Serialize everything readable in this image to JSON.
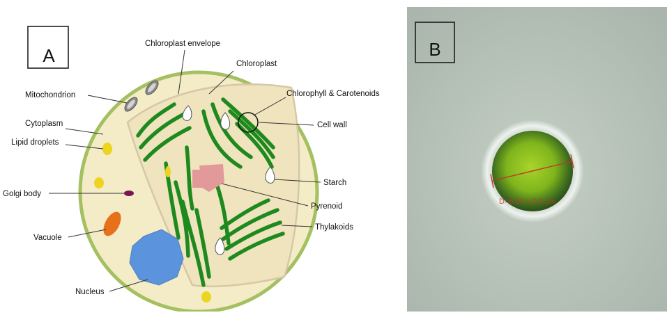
{
  "panel_a": {
    "letter": "A",
    "labels": {
      "chloroplast_envelope": "Chloroplast envelope",
      "chloroplast": "Chloroplast",
      "mitochondrion": "Mitochondrion",
      "chlorophyll": "Chlorophyll & Carotenoids",
      "cytoplasm": "Cytoplasm",
      "cell_wall": "Cell wall",
      "lipid_droplets": "Lipid droplets",
      "starch": "Starch",
      "golgi_body": "Golgi body",
      "pyrenoid": "Pyrenoid",
      "vacuole": "Vacuole",
      "thylakoids": "Thylakoids",
      "nucleus": "Nucleus"
    }
  },
  "panel_b": {
    "letter": "B",
    "measurement": "D=6.88 ± 0.5 μm"
  },
  "colors": {
    "cell_fill": "#f3ecc6",
    "cell_wall": "#a4c061",
    "thylakoid": "#1e8a1e",
    "pyrenoid": "#e2999a",
    "nucleus": "#5b94dc",
    "vacuole": "#e9701b",
    "lipid": "#ecd421",
    "golgi": "#7a1558",
    "micrograph_bg": "#b8c3ba",
    "measure_line": "#c0392b"
  }
}
